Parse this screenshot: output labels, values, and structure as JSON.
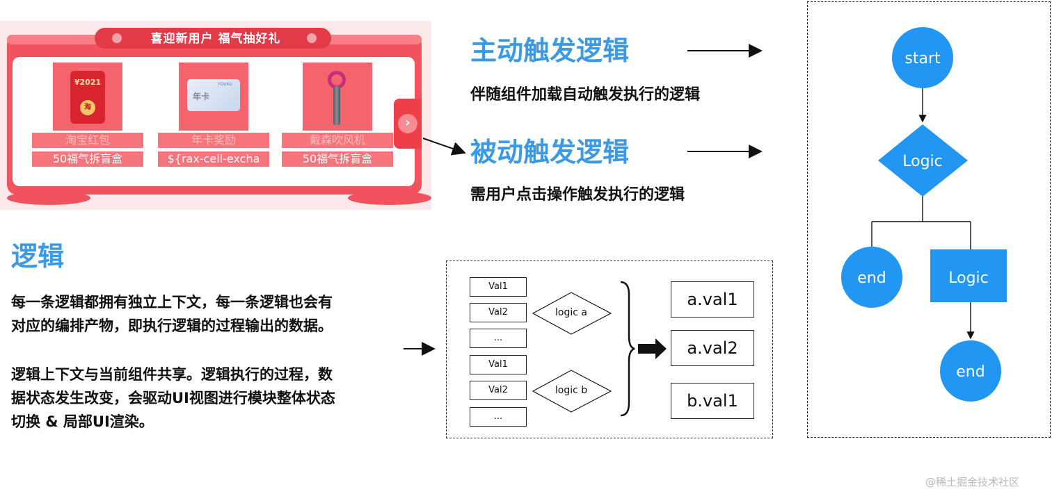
{
  "promo": {
    "banner_title": "喜迎新用户 福气抽好礼",
    "items": [
      {
        "label": "淘宝红包",
        "value": "50福气拆盲盒",
        "pic_text": "¥2021",
        "seal_text": "淘"
      },
      {
        "label": "年卡奖励",
        "value": "${rax-cell-excha",
        "pic_text": "年卡",
        "brand_text": "YOUKU"
      },
      {
        "label": "戴森吹风机",
        "value": "50福气拆盲盒"
      }
    ],
    "next_glyph": "›",
    "colors": {
      "frame": "#f0535d",
      "banner": "#e23a47",
      "tile": "#f5646c"
    }
  },
  "active": {
    "title": "主动触发逻辑",
    "desc": "伴随组件加载自动触发执行的逻辑"
  },
  "passive": {
    "title": "被动触发逻辑",
    "desc": "需用户点击操作触发执行的逻辑"
  },
  "logic_section": {
    "title": "逻辑",
    "para1": [
      "每一条逻辑都拥有独立上下文，每一条逻辑也会有",
      "对应的编排产物，即执行逻辑的过程输出的数据。"
    ],
    "para2": [
      "逻辑上下文与当前组件共享。逻辑执行的过程，数",
      "据状态发生改变，会驱动UI视图进行模块整体状态",
      "切换 & 局部UI渲染。"
    ]
  },
  "mid_diagram": {
    "group_a": [
      "Val1",
      "Val2",
      "..."
    ],
    "group_b": [
      "Val1",
      "Val2",
      "..."
    ],
    "logic_a": "logic a",
    "logic_b": "logic b",
    "results": [
      "a.val1",
      "a.val2",
      "b.val1"
    ]
  },
  "flowchart": {
    "start": "start",
    "decision": "Logic",
    "end_left": "end",
    "process": "Logic",
    "end_bottom": "end",
    "node_color": "#2196f3"
  },
  "watermark": "@稀土掘金技术社区"
}
